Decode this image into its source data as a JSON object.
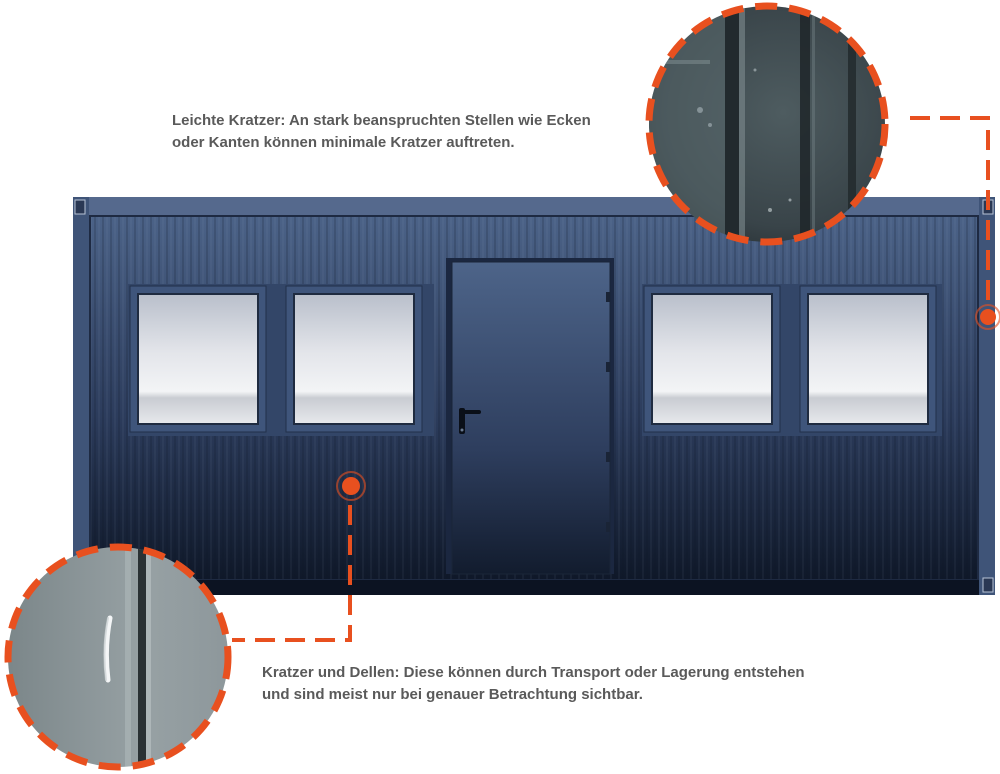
{
  "captions": {
    "top": {
      "line1": "Leichte Kratzer: An stark beanspruchten Stellen wie Ecken",
      "line2": "oder Kanten können minimale Kratzer auftreten."
    },
    "bottom": {
      "line1": "Kratzer und Dellen: Diese können durch Transport oder Lagerung entstehen",
      "line2": "und sind meist nur bei genauer Betrachtung sichtbar."
    }
  },
  "colors": {
    "accent": "#e8501f",
    "container_top": "#4a6185",
    "container_bottom": "#101a2b",
    "caption_text": "#5a5a5a"
  },
  "icons": [
    "location-marker-icon",
    "door-handle-icon"
  ]
}
